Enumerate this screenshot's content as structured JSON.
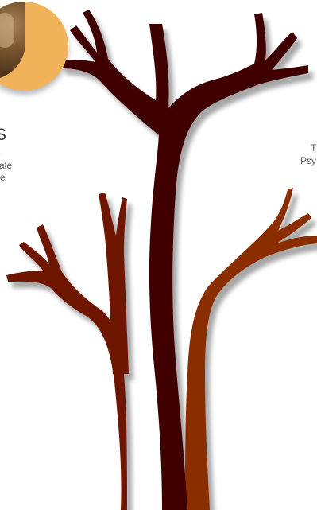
{
  "colors": {
    "background": "#ffffff",
    "trunk_dark": "#3f0303",
    "branch_mid": "#6e1606",
    "branch_light": "#8a2d06",
    "avatar_background": "#f0b35a",
    "text_primary": "#333333",
    "text_secondary": "#5a5a5a"
  },
  "profile_left": {
    "name": "S",
    "lines": [
      "e",
      "miliale",
      "ciale"
    ]
  },
  "profile_right": {
    "lines": [
      "T",
      "Psy"
    ]
  }
}
